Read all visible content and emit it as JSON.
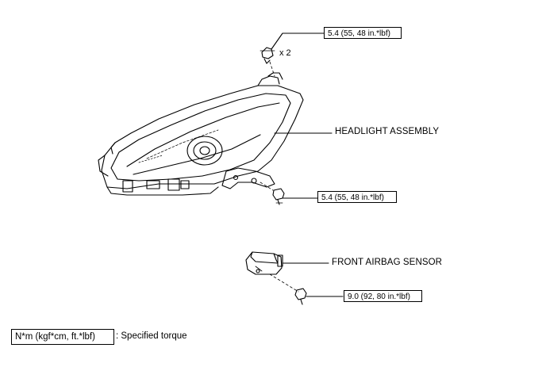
{
  "callouts": {
    "headlight_assembly": "HEADLIGHT ASSEMBLY",
    "front_airbag_sensor": "FRONT AIRBAG SENSOR"
  },
  "torques": {
    "top_clip": "5.4 (55, 48 in.*lbf)",
    "headlight_bolt": "5.4 (55, 48 in.*lbf)",
    "sensor_bolt": "9.0 (92, 80 in.*lbf)"
  },
  "quantity": "x 2",
  "legend": {
    "symbol": "N*m (kgf*cm, ft.*lbf)",
    "text": ": Specified torque"
  }
}
